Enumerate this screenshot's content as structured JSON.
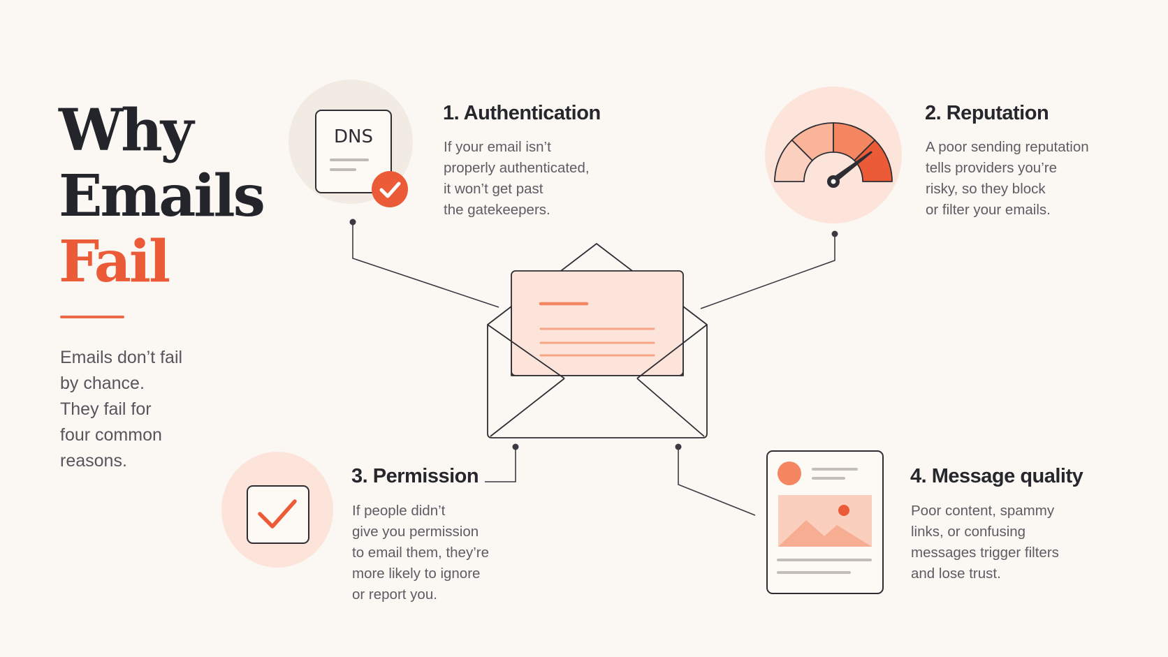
{
  "title": {
    "line1": "Why",
    "line2": "Emails",
    "line3": "Fail"
  },
  "intro": [
    "Emails don’t fail",
    "by chance.",
    "They fail for",
    "four common",
    "reasons."
  ],
  "dns_label": "DNS",
  "reasons": [
    {
      "title": "1. Authentication",
      "lines": [
        "If your email isn’t",
        "properly authenticated,",
        "it won’t get past",
        "the gatekeepers."
      ]
    },
    {
      "title": "2. Reputation",
      "lines": [
        "A poor sending reputation",
        "tells providers you’re",
        "risky, so they block",
        "or filter your emails."
      ]
    },
    {
      "title": "3. Permission",
      "lines": [
        "If people didn’t",
        "give you permission",
        "to email them, they’re",
        "more likely to ignore",
        "or report you."
      ]
    },
    {
      "title": "4. Message quality",
      "lines": [
        "Poor content, spammy",
        "links, or confusing",
        "messages trigger filters",
        "and lose trust."
      ]
    }
  ],
  "icons": [
    "dns-document-icon",
    "checkmark-badge-icon",
    "speedometer-gauge-icon",
    "envelope-icon",
    "checkbox-icon",
    "email-preview-card-icon"
  ],
  "colors": {
    "accent": "#ec5b37",
    "accent_light": "#f7a486",
    "icon_bg": "#fde4da",
    "background": "#fbf8f4",
    "text_dark": "#24242b",
    "text_body": "#5c5c62"
  }
}
